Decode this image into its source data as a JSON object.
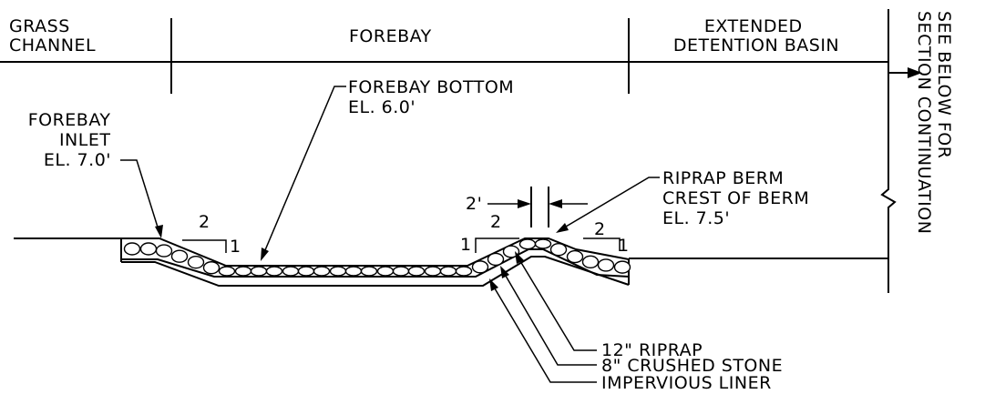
{
  "zones": {
    "grass_channel": [
      "GRASS",
      "CHANNEL"
    ],
    "forebay": "FOREBAY",
    "extended_detention": [
      "EXTENDED",
      "DETENTION BASIN"
    ]
  },
  "side_note": [
    "SEE BELOW FOR",
    "SECTION CONTINUATION"
  ],
  "labels": {
    "forebay_bottom": [
      "FOREBAY BOTTOM",
      "EL. 6.0'"
    ],
    "forebay_inlet": [
      "FOREBAY",
      "INLET",
      "EL. 7.0'"
    ],
    "riprap_berm": [
      "RIPRAP BERM",
      "CREST OF BERM",
      "EL. 7.5'"
    ],
    "crest_width": "2'",
    "riprap": "12\"  RIPRAP",
    "crushed_stone": "8\"  CRUSHED STONE",
    "liner": "IMPERVIOUS LINER"
  },
  "slopes": {
    "inlet_run": "2",
    "inlet_rise": "1",
    "berm_up_rise": "1",
    "berm_up_run": "2",
    "berm_down_run": "2",
    "berm_down_rise": "1"
  }
}
